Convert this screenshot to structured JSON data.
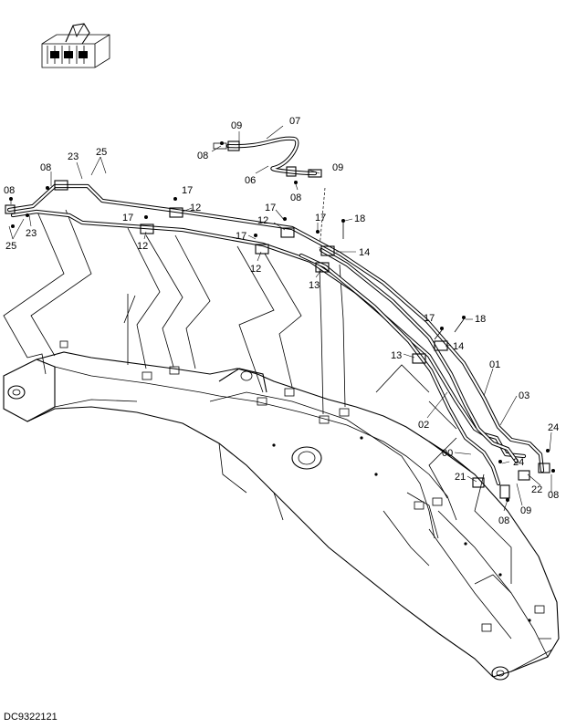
{
  "drawing_code": "DC9322121",
  "callouts": [
    {
      "id": "c-09a",
      "text": "09"
    },
    {
      "id": "c-07",
      "text": "07"
    },
    {
      "id": "c-08a",
      "text": "08"
    },
    {
      "id": "c-06",
      "text": "06"
    },
    {
      "id": "c-09b",
      "text": "09"
    },
    {
      "id": "c-08b",
      "text": "08"
    },
    {
      "id": "c-23a",
      "text": "23"
    },
    {
      "id": "c-25a",
      "text": "25"
    },
    {
      "id": "c-08c",
      "text": "08"
    },
    {
      "id": "c-08d",
      "text": "08"
    },
    {
      "id": "c-25b",
      "text": "25"
    },
    {
      "id": "c-23b",
      "text": "23"
    },
    {
      "id": "c-17a",
      "text": "17"
    },
    {
      "id": "c-12a",
      "text": "12"
    },
    {
      "id": "c-17b",
      "text": "17"
    },
    {
      "id": "c-12b",
      "text": "12"
    },
    {
      "id": "c-17c",
      "text": "17"
    },
    {
      "id": "c-12c",
      "text": "12"
    },
    {
      "id": "c-17d",
      "text": "17"
    },
    {
      "id": "c-17e",
      "text": "17"
    },
    {
      "id": "c-12d",
      "text": "12"
    },
    {
      "id": "c-18a",
      "text": "18"
    },
    {
      "id": "c-14a",
      "text": "14"
    },
    {
      "id": "c-13a",
      "text": "13"
    },
    {
      "id": "c-17f",
      "text": "17"
    },
    {
      "id": "c-18b",
      "text": "18"
    },
    {
      "id": "c-14b",
      "text": "14"
    },
    {
      "id": "c-13b",
      "text": "13"
    },
    {
      "id": "c-01",
      "text": "01"
    },
    {
      "id": "c-03",
      "text": "03"
    },
    {
      "id": "c-02",
      "text": "02"
    },
    {
      "id": "c-24a",
      "text": "24"
    },
    {
      "id": "c-00",
      "text": "00"
    },
    {
      "id": "c-24b",
      "text": "24"
    },
    {
      "id": "c-21",
      "text": "21"
    },
    {
      "id": "c-22",
      "text": "22"
    },
    {
      "id": "c-08e",
      "text": "08"
    },
    {
      "id": "c-09c",
      "text": "09"
    },
    {
      "id": "c-08f",
      "text": "08"
    }
  ]
}
